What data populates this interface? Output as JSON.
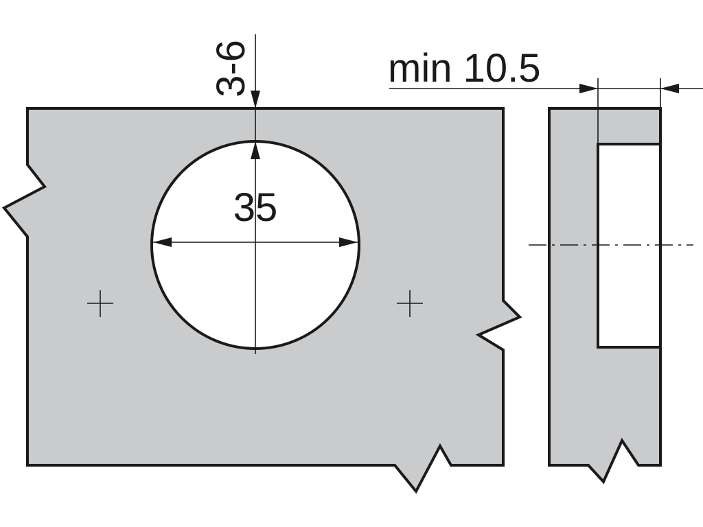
{
  "dimensions": {
    "hole_diameter": "35",
    "edge_distance": "3-6",
    "min_thickness": "min 10.5"
  },
  "colors": {
    "panel_fill": "#c9cbcd",
    "outline": "#1a1a1a",
    "background": "#ffffff"
  }
}
